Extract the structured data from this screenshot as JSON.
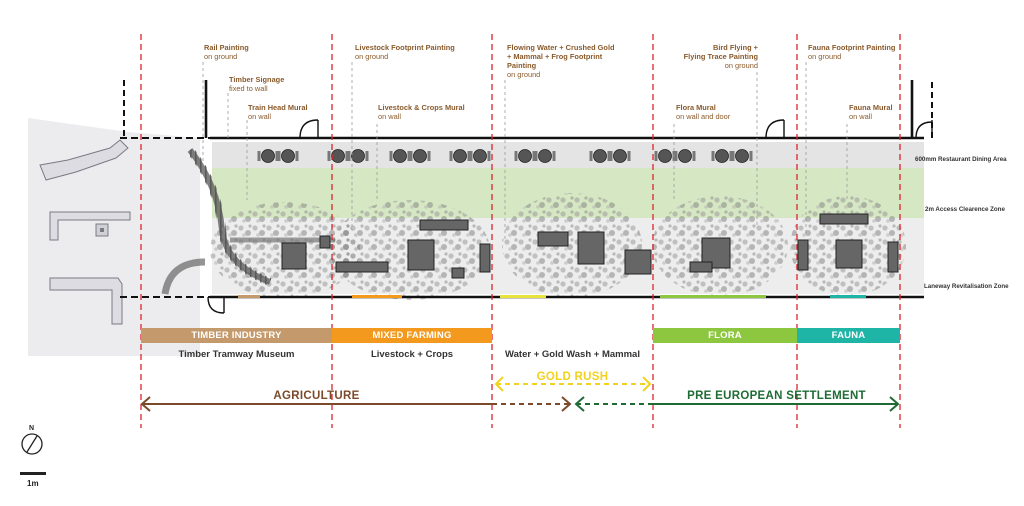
{
  "annotations": [
    {
      "title": "Rail Painting",
      "sub": "on ground"
    },
    {
      "title": "Timber Signage",
      "sub": "fixed to wall"
    },
    {
      "title": "Train Head Mural",
      "sub": "on wall"
    },
    {
      "title": "Livestock Footprint Painting",
      "sub": "on ground"
    },
    {
      "title": "Livestock & Crops Mural",
      "sub": "on wall"
    },
    {
      "title_lines": [
        "Flowing Water + Crushed Gold",
        "+ Mammal + Frog Footprint",
        "Painting"
      ],
      "sub": "on ground"
    },
    {
      "title_lines": [
        "Bird Flying +",
        "Flying Trace Painting"
      ],
      "sub": "on ground"
    },
    {
      "title": "Flora Mural",
      "sub": "on wall and door"
    },
    {
      "title": "Fauna Footprint Painting",
      "sub": "on ground"
    },
    {
      "title": "Fauna Mural",
      "sub": "on wall"
    }
  ],
  "zones": {
    "dining": "600mm Restaurant Dining Area",
    "access": "2m Access Clearence Zone",
    "laneway": "Laneway Revitalisation Zone"
  },
  "themes": [
    {
      "label": "TIMBER INDUSTRY",
      "color": "#c49a6c",
      "sub": "Timber Tramway Museum"
    },
    {
      "label": "MIXED FARMING",
      "color": "#f39a1e",
      "sub": "Livestock + Crops"
    },
    {
      "label": "",
      "color": "",
      "sub": "Water + Gold Wash + Mammal"
    },
    {
      "label": "FLORA",
      "color": "#8dc63f",
      "sub": ""
    },
    {
      "label": "FAUNA",
      "color": "#1fb5a6",
      "sub": ""
    }
  ],
  "eras": {
    "agriculture": "AGRICULTURE",
    "gold_rush": "GOLD RUSH",
    "pre_european": "PRE EUROPEAN SETTLEMENT"
  },
  "colors": {
    "agriculture": "#7b4a2a",
    "gold_rush": "#f2d21b",
    "pre_european": "#1e6b34",
    "dividers": "#d9262c",
    "annotation_text": "#8a5a2b",
    "access_zone": "#cfe3b9",
    "dining_zone": "#e4e4e4"
  },
  "legend": {
    "north": "N",
    "scale": "1m"
  }
}
